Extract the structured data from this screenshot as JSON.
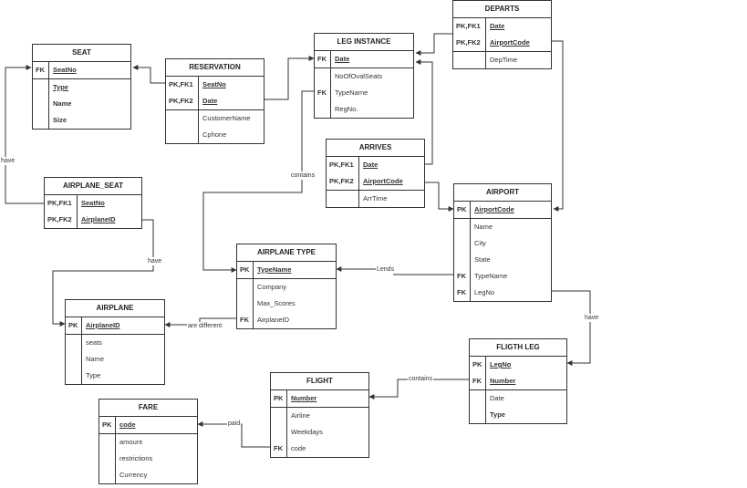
{
  "entities": {
    "seat": {
      "title": "SEAT",
      "attributes": [
        {
          "key": "FK",
          "name": "SeatNo",
          "style": "pk"
        },
        {
          "key": "",
          "name": "Type",
          "style": "pk"
        },
        {
          "key": "",
          "name": "Name",
          "style": "bold"
        },
        {
          "key": "",
          "name": "Size",
          "style": "bold"
        }
      ]
    },
    "reservation": {
      "title": "RESERVATION",
      "attributes": [
        {
          "key": "PK,FK1",
          "name": "SeatNo",
          "style": "pk"
        },
        {
          "key": "PK,FK2",
          "name": "Date",
          "style": "pk"
        },
        {
          "key": "",
          "name": "CustomerName",
          "style": ""
        },
        {
          "key": "",
          "name": "Cphone",
          "style": ""
        }
      ]
    },
    "leg_instance": {
      "title": "LEG INSTANCE",
      "attributes": [
        {
          "key": "FK",
          "name": "Date",
          "style": "pk"
        },
        {
          "key": "",
          "name": "NoOfOvalSeats",
          "style": ""
        },
        {
          "key": "FK",
          "name": "TypeName",
          "style": ""
        },
        {
          "key": "",
          "name": "RegNo.",
          "style": ""
        }
      ]
    },
    "departs": {
      "title": "DEPARTS",
      "attributes": [
        {
          "key": "PK,FK1",
          "name": "Date",
          "style": "pk"
        },
        {
          "key": "PK,FK2",
          "name": "AirportCode",
          "style": "pk"
        },
        {
          "key": "",
          "name": "DepTime",
          "style": ""
        }
      ]
    },
    "arrives": {
      "title": "ARRIVES",
      "attributes": [
        {
          "key": "PK,FK1",
          "name": "Date",
          "style": "pk"
        },
        {
          "key": "PK,FK2",
          "name": "AirportCode",
          "style": "pk"
        },
        {
          "key": "",
          "name": "ArrTime",
          "style": ""
        }
      ]
    },
    "airplane_seat": {
      "title": "AIRPLANE_SEAT",
      "attributes": [
        {
          "key": "PK,FK1",
          "name": "SeatNo",
          "style": "pk"
        },
        {
          "key": "PK,FK2",
          "name": "AirplaneID",
          "style": "pk"
        }
      ]
    },
    "airport": {
      "title": "AIRPORT",
      "attributes": [
        {
          "key": "PK",
          "name": "AirportCode",
          "style": "pk"
        },
        {
          "key": "",
          "name": "Name",
          "style": ""
        },
        {
          "key": "",
          "name": "City",
          "style": ""
        },
        {
          "key": "",
          "name": "State",
          "style": ""
        },
        {
          "key": "FK",
          "name": "TypeName",
          "style": ""
        },
        {
          "key": "FK",
          "name": "LegNo",
          "style": ""
        }
      ]
    },
    "airplane_type": {
      "title": "AIRPLANE TYPE",
      "attributes": [
        {
          "key": "PK",
          "name": "TypeName",
          "style": "pk"
        },
        {
          "key": "",
          "name": "Company",
          "style": ""
        },
        {
          "key": "",
          "name": "Max_Scores",
          "style": ""
        },
        {
          "key": "FK",
          "name": "AirplaneID",
          "style": ""
        }
      ]
    },
    "airplane": {
      "title": "AIRPLANE",
      "attributes": [
        {
          "key": "PK",
          "name": "AirplaneID",
          "style": "pk"
        },
        {
          "key": "",
          "name": "seats",
          "style": ""
        },
        {
          "key": "",
          "name": "Name",
          "style": ""
        },
        {
          "key": "",
          "name": "Type",
          "style": ""
        }
      ]
    },
    "flight_leg": {
      "title": "FLIGTH LEG",
      "attributes": [
        {
          "key": "PK",
          "name": "LegNo",
          "style": "pk"
        },
        {
          "key": "FK",
          "name": "Number",
          "style": "pk"
        },
        {
          "key": "",
          "name": "Date",
          "style": ""
        },
        {
          "key": "",
          "name": "Type",
          "style": "bold"
        }
      ]
    },
    "flight": {
      "title": "FLIGHT",
      "attributes": [
        {
          "key": "PK",
          "name": "Number",
          "style": "pk"
        },
        {
          "key": "",
          "name": "Airline",
          "style": ""
        },
        {
          "key": "",
          "name": "Weekdays",
          "style": ""
        },
        {
          "key": "FK",
          "name": "code",
          "style": ""
        }
      ]
    },
    "fare": {
      "title": "FARE",
      "attributes": [
        {
          "key": "PK",
          "name": "code",
          "style": "pk"
        },
        {
          "key": "",
          "name": "amount",
          "style": ""
        },
        {
          "key": "",
          "name": "restrictions",
          "style": ""
        },
        {
          "key": "",
          "name": "Currency",
          "style": ""
        }
      ]
    }
  },
  "relationships": {
    "have_seat": "have",
    "contains_leg": "contains",
    "lends": "Lends",
    "have_airplane": "have",
    "are_different": "are different",
    "have_leg": "have",
    "contains_flight": "contains",
    "paid": "paid"
  },
  "colors": {
    "line": "#333333",
    "border": "#333333",
    "background": "#ffffff"
  }
}
